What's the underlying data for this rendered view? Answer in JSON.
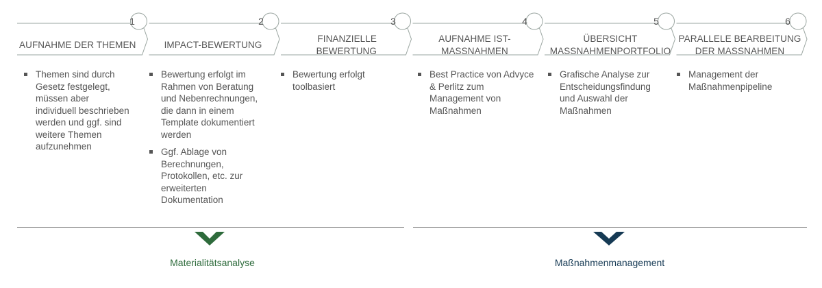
{
  "colors": {
    "text": "#555555",
    "outline": "#9aa5a0",
    "green": "#2e6b3c",
    "navy": "#163a54",
    "rule": "#8c8c8c"
  },
  "steps": [
    {
      "number": "1",
      "title": "AUFNAHME DER THEMEN",
      "bullets": [
        "Themen sind durch Gesetz festgelegt, müssen aber individuell beschrieben werden und ggf. sind weitere Themen aufzunehmen"
      ]
    },
    {
      "number": "2",
      "title": "IMPACT-BEWERTUNG",
      "bullets": [
        "Bewertung erfolgt im Rahmen von Beratung und Nebenrechnungen, die dann in einem Template dokumentiert werden",
        "Ggf. Ablage von Berechnungen, Protokollen, etc. zur erweiterten Dokumentation"
      ]
    },
    {
      "number": "3",
      "title": "FINANZIELLE BEWERTUNG",
      "bullets": [
        "Bewertung erfolgt toolbasiert"
      ]
    },
    {
      "number": "4",
      "title": "AUFNAHME IST-MAßNAHMEN",
      "bullets": [
        "Best Practice von Advyce & Perlitz zum Management von Maßnahmen"
      ]
    },
    {
      "number": "5",
      "title": "ÜBERSICHT MAßNAHMENPORTFOLIO",
      "bullets": [
        "Grafische Analyse zur Entscheidungsfindung und Auswahl der Maßnahmen"
      ]
    },
    {
      "number": "6",
      "title": "PARALLELE BEARBEITUNG DER MAßNAHMEN",
      "bullets": [
        "Management der Maßnahmenpipeline"
      ]
    }
  ],
  "groups": [
    {
      "label": "Materialitätsanalyse",
      "color": "#2e6b3c"
    },
    {
      "label": "Maßnahmenmanagement",
      "color": "#163a54"
    }
  ]
}
